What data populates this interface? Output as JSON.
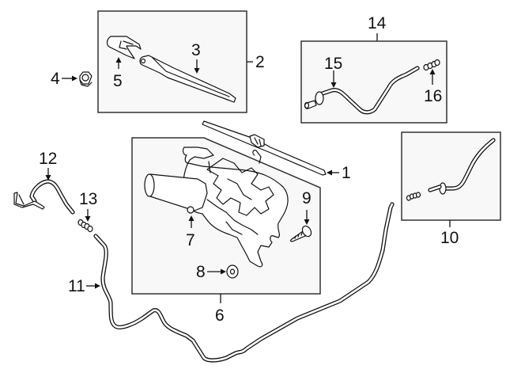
{
  "diagram": {
    "title": "Rear Wiper Components Diagram",
    "groups": [
      {
        "callout": "2",
        "contains": [
          "3",
          "5"
        ],
        "description": "Wiper arm assembly"
      },
      {
        "callout": "6",
        "contains": [
          "7",
          "8",
          "9"
        ],
        "description": "Wiper motor assembly"
      },
      {
        "callout": "10",
        "contains": [],
        "description": "Washer nozzle hose assembly"
      },
      {
        "callout": "14",
        "contains": [
          "15",
          "16"
        ],
        "description": "Washer hose assembly"
      }
    ],
    "callouts": {
      "c1": "1",
      "c2": "2",
      "c3": "3",
      "c4": "4",
      "c5": "5",
      "c6": "6",
      "c7": "7",
      "c8": "8",
      "c9": "9",
      "c10": "10",
      "c11": "11",
      "c12": "12",
      "c13": "13",
      "c14": "14",
      "c15": "15",
      "c16": "16"
    },
    "parts": [
      {
        "callout": "1",
        "icon": "wiper-blade"
      },
      {
        "callout": "3",
        "icon": "wiper-arm"
      },
      {
        "callout": "4",
        "icon": "hex-nut"
      },
      {
        "callout": "5",
        "icon": "arm-cap"
      },
      {
        "callout": "7",
        "icon": "grommet"
      },
      {
        "callout": "8",
        "icon": "washer"
      },
      {
        "callout": "9",
        "icon": "bolt"
      },
      {
        "callout": "11",
        "icon": "washer-hose"
      },
      {
        "callout": "12",
        "icon": "hose-section"
      },
      {
        "callout": "13",
        "icon": "connector"
      },
      {
        "callout": "15",
        "icon": "hose-with-nozzle"
      },
      {
        "callout": "16",
        "icon": "connector"
      }
    ]
  }
}
